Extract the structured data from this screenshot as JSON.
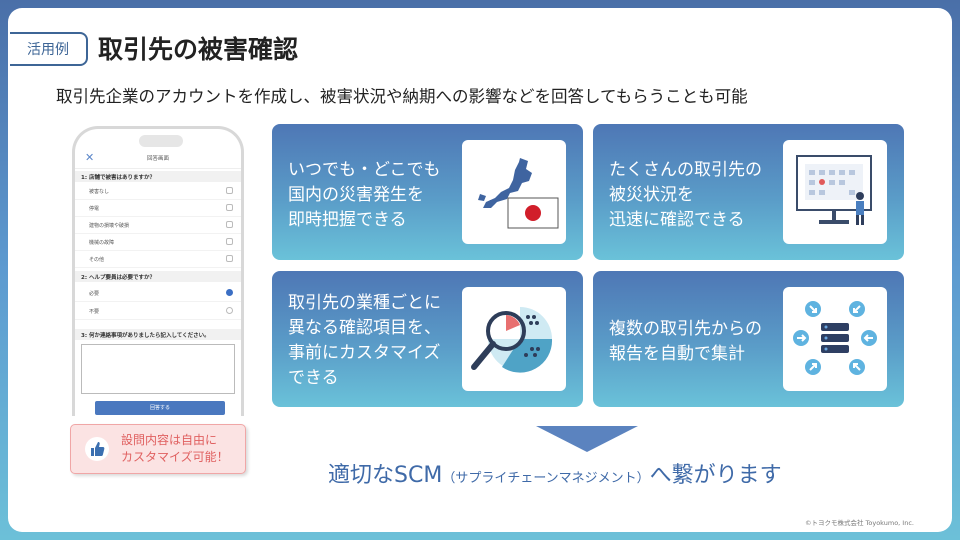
{
  "tag": "活用例",
  "title": "取引先の被害確認",
  "subtitle": "取引先企業のアカウントを作成し、被害状況や納期への影響などを回答してもらうことも可能",
  "phone": {
    "header_title": "回答画面",
    "q1": "1: 店舗で被害はありますか？",
    "q1_options": [
      "被害なし",
      "停電",
      "建物の損壊や破損",
      "機械の故障",
      "その他"
    ],
    "q2": "2: ヘルプ要員は必要ですか？",
    "q2_options": [
      "必要",
      "不要"
    ],
    "q2_selected": "必要",
    "q3": "3: 何か連絡事項がありましたら記入してください。",
    "submit": "回答する"
  },
  "note": "設問内容は自由に\nカスタマイズ可能！",
  "cards": [
    {
      "text": "いつでも・どこでも\n国内の災害発生を\n即時把握できる",
      "icon": "japan-map-icon"
    },
    {
      "text": "たくさんの取引先の\n被災状況を\n迅速に確認できる",
      "icon": "calendar-monitor-icon"
    },
    {
      "text": "取引先の業種ごとに\n異なる確認項目を、\n事前にカスタマイズ\nできる",
      "icon": "magnifier-pie-icon"
    },
    {
      "text": "複数の取引先からの\n報告を自動で集計",
      "icon": "database-arrows-icon"
    }
  ],
  "bottom": {
    "main1": "適切なSCM",
    "small": "（サプライチェーンマネジメント）",
    "main2": "へ繋がります"
  },
  "copyright": "©トヨクモ株式会社  Toyokumo, Inc.",
  "colors": {
    "accent": "#3d6596",
    "card_top": "#4e77b5",
    "card_bottom": "#6ac2d9",
    "note_text": "#e06060"
  }
}
